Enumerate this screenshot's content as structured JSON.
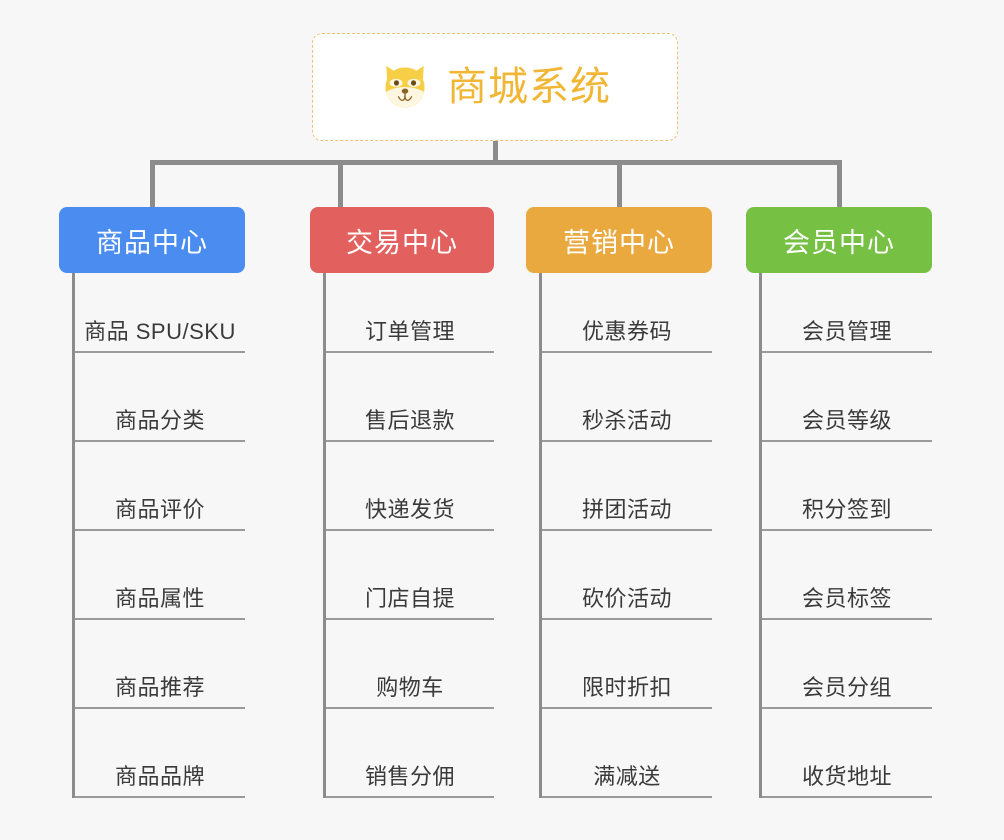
{
  "root": {
    "title": "商城系统",
    "icon": "dog-face-emoji-icon",
    "text_color": "#f2b635",
    "border_color": "#edc277"
  },
  "connector_color": "#8c8c8c",
  "background_color": "#f7f7f7",
  "columns": [
    {
      "id": "product-center",
      "title": "商品中心",
      "color": "#4a8cf0",
      "items": [
        "商品 SPU/SKU",
        "商品分类",
        "商品评价",
        "商品属性",
        "商品推荐",
        "商品品牌"
      ]
    },
    {
      "id": "trade-center",
      "title": "交易中心",
      "color": "#e2605e",
      "items": [
        "订单管理",
        "售后退款",
        "快递发货",
        "门店自提",
        "购物车",
        "销售分佣"
      ]
    },
    {
      "id": "marketing-center",
      "title": "营销中心",
      "color": "#eaa93f",
      "items": [
        "优惠券码",
        "秒杀活动",
        "拼团活动",
        "砍价活动",
        "限时折扣",
        "满减送"
      ]
    },
    {
      "id": "member-center",
      "title": "会员中心",
      "color": "#76c044",
      "items": [
        "会员管理",
        "会员等级",
        "积分签到",
        "会员标签",
        "会员分组",
        "收货地址"
      ]
    }
  ]
}
